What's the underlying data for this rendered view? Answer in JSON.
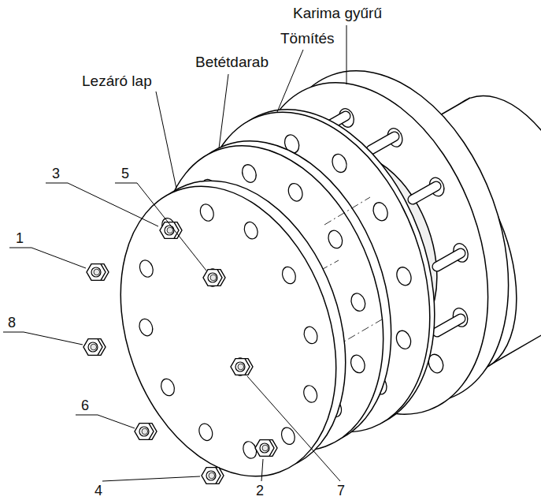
{
  "diagram": {
    "labels": [
      "Karima gyűrű",
      "Tömítés",
      "Betétdarab",
      "Lezáró lap",
      "1",
      "3",
      "5",
      "8",
      "6",
      "4",
      "2",
      "7"
    ]
  }
}
